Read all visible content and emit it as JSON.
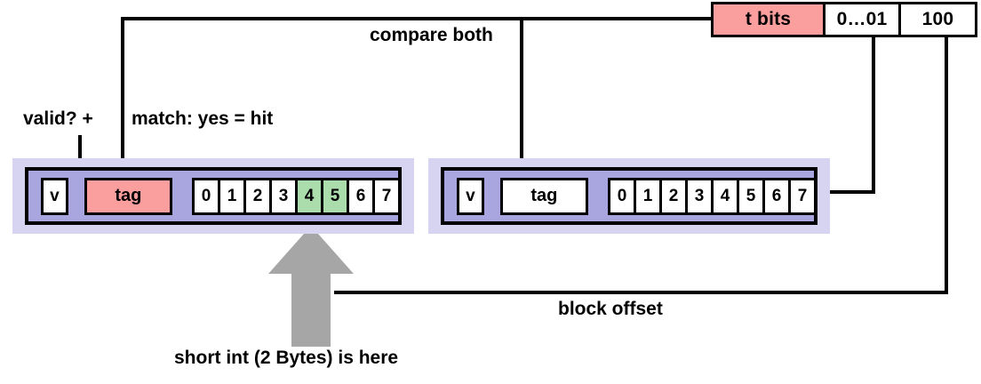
{
  "diagram": {
    "title": "cache lookup with tag / index / block offset",
    "colors": {
      "tag_highlight": "#FB9E9E",
      "byte_highlight": "#ABDCAB",
      "cache_line_fill": "#A9A5DE",
      "cache_set_fill": "#D7D4F2",
      "arrow": "#A6A6A6",
      "stroke": "#000000"
    }
  },
  "address": {
    "fields": [
      {
        "label": "t bits",
        "name": "tag-field",
        "highlight": true
      },
      {
        "label": "0…01",
        "name": "index-field",
        "highlight": false
      },
      {
        "label": "100",
        "name": "block-offset-field",
        "highlight": false
      }
    ]
  },
  "cache_lines": [
    {
      "name": "cache-line-0",
      "valid": "v",
      "tag": "tag",
      "tag_highlight": true,
      "bytes": [
        "0",
        "1",
        "2",
        "3",
        "4",
        "5",
        "6",
        "7"
      ],
      "highlighted_bytes": [
        "4",
        "5"
      ]
    },
    {
      "name": "cache-line-1",
      "valid": "v",
      "tag": "tag",
      "tag_highlight": false,
      "bytes": [
        "0",
        "1",
        "2",
        "3",
        "4",
        "5",
        "6",
        "7"
      ],
      "highlighted_bytes": []
    }
  ],
  "labels": {
    "compare_both": "compare both",
    "valid": "valid?  +",
    "match": "match: yes = hit",
    "block_offset": "block offset",
    "short_int": "short int (2 Bytes) is here"
  }
}
